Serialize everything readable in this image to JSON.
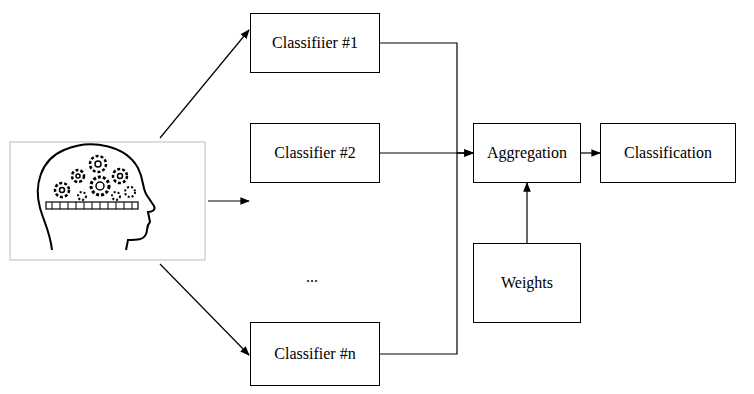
{
  "diagram": {
    "nodes": [
      {
        "text": [
          "Classifiier #1"
        ]
      },
      {
        "text": [
          "Classifier #2"
        ]
      },
      {
        "text": [
          "Classifier #n"
        ]
      },
      {
        "text": [
          "Aggregation"
        ]
      },
      {
        "text": [
          "Weights"
        ]
      },
      {
        "text": [
          "Classification"
        ]
      }
    ],
    "edges": [
      {
        "from": 0,
        "to": 3,
        "arrow": "to"
      },
      {
        "from": 1,
        "to": 3,
        "arrow": "to"
      },
      {
        "from": 2,
        "to": 3,
        "arrow": "to"
      },
      {
        "from": 4,
        "to": 3,
        "arrow": "to"
      },
      {
        "from": 3,
        "to": 5,
        "arrow": "to"
      }
    ],
    "labels": [
      "..."
    ]
  }
}
